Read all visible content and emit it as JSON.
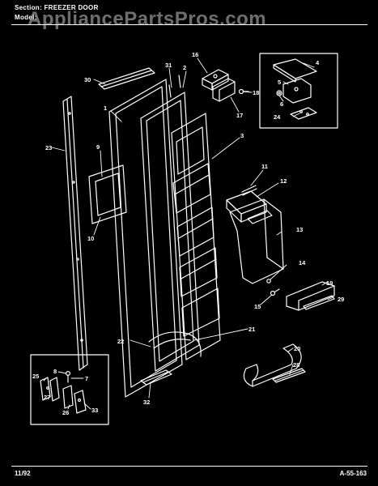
{
  "header": {
    "section_label": "Section:",
    "section_value": "FREEZER DOOR",
    "model_label": "Model:"
  },
  "watermark": "AppliancePartsPros.com",
  "footer": {
    "date": "11/92",
    "drawing_number": "A-55-163"
  },
  "callouts": {
    "c1": "1",
    "c2": "2",
    "c3": "3",
    "c4": "4",
    "c5": "5",
    "c6": "6",
    "c7": "7",
    "c8": "8",
    "c9": "9",
    "c10": "10",
    "c11": "11",
    "c12": "12",
    "c13": "13",
    "c14": "14",
    "c15": "15",
    "c16": "16",
    "c17": "17",
    "c18": "18",
    "c19": "19",
    "c20": "20",
    "c21": "21",
    "c22": "22",
    "c23": "23",
    "c24": "24",
    "c25": "25",
    "c26": "26",
    "c27": "27",
    "c28": "28",
    "c29": "29",
    "c30": "30",
    "c31": "31",
    "c32": "32",
    "c33": "33"
  }
}
